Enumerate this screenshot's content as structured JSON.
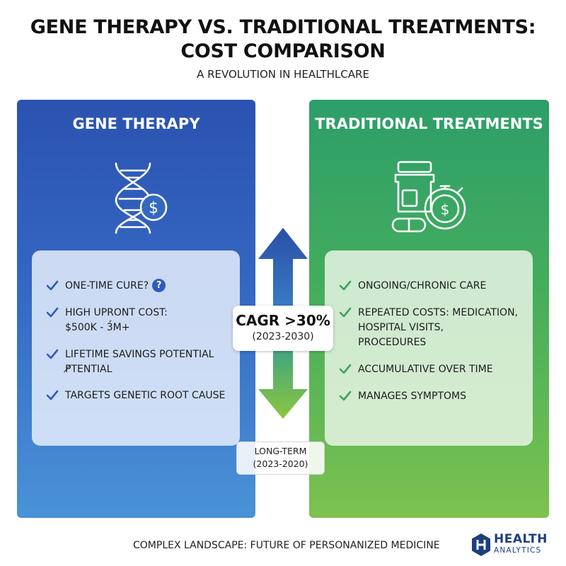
{
  "header": {
    "title_line1": "GENE THERAPY VS. TRADITIONAL TREATMENTS:",
    "title_line2": "COST COMPARISON",
    "subtitle": "A REVOLUTION IN HEALTHLCARE"
  },
  "gene_therapy": {
    "heading": "GENE THERAPY",
    "icon": "dna-dollar-icon",
    "accent": "#2b52b0",
    "items": [
      {
        "line1": "ONE-TIME CURE?",
        "badge": "?"
      },
      {
        "line1": "HIGH UPRONT COST:",
        "line2": "$500K - 3́M+"
      },
      {
        "line1": "LIFETIME SAVINGS POTENTIAL",
        "line2": "P̸TENTIAL"
      },
      {
        "line1": "TARGETS GENETIC ROOT CAUSE"
      }
    ]
  },
  "traditional": {
    "heading": "TRADITIONAL TREATMENTS",
    "icon": "pill-bottle-stopwatch-icon",
    "accent": "#44ad5c",
    "items": [
      {
        "line1": "ONGOING/CHRONIC CARE"
      },
      {
        "line1": "REPEATED COSTS: MEDICATION,",
        "line2": "HOSPITAL VISITS,",
        "line3": "PROCEDURES"
      },
      {
        "line1": "ACCUMULATIVE OVER TIME"
      },
      {
        "line1": "MANAGES SYMPTOMS"
      }
    ]
  },
  "center": {
    "cagr_label": "CAGR >30%",
    "cagr_period": "(2023-2030)",
    "long_term_label": "LONG-TERM",
    "long_term_period": "(2023-2020)"
  },
  "footer": {
    "text": "COMPLEX LANDSCAPE: FUTURE OF PERSONANIZED MEDICINE",
    "logo_word": "HEALTH",
    "logo_sub": "ANALYTICS"
  }
}
